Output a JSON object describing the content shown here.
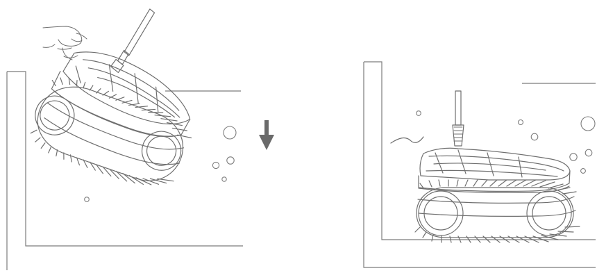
{
  "diagram": {
    "panels": [
      {
        "id": "lowering",
        "subject": "pool-cleaner-robot",
        "hand_present": true,
        "tilted": true,
        "motion": "down"
      },
      {
        "id": "resting",
        "subject": "pool-cleaner-robot",
        "hand_present": false,
        "tilted": false
      }
    ],
    "colors": {
      "stroke": "#6f6f6f",
      "arrow": "#6a6a6a",
      "background": "#ffffff"
    },
    "icons": [
      "down-arrow-icon",
      "hand-icon",
      "bubble-icon",
      "wave-icon"
    ]
  }
}
